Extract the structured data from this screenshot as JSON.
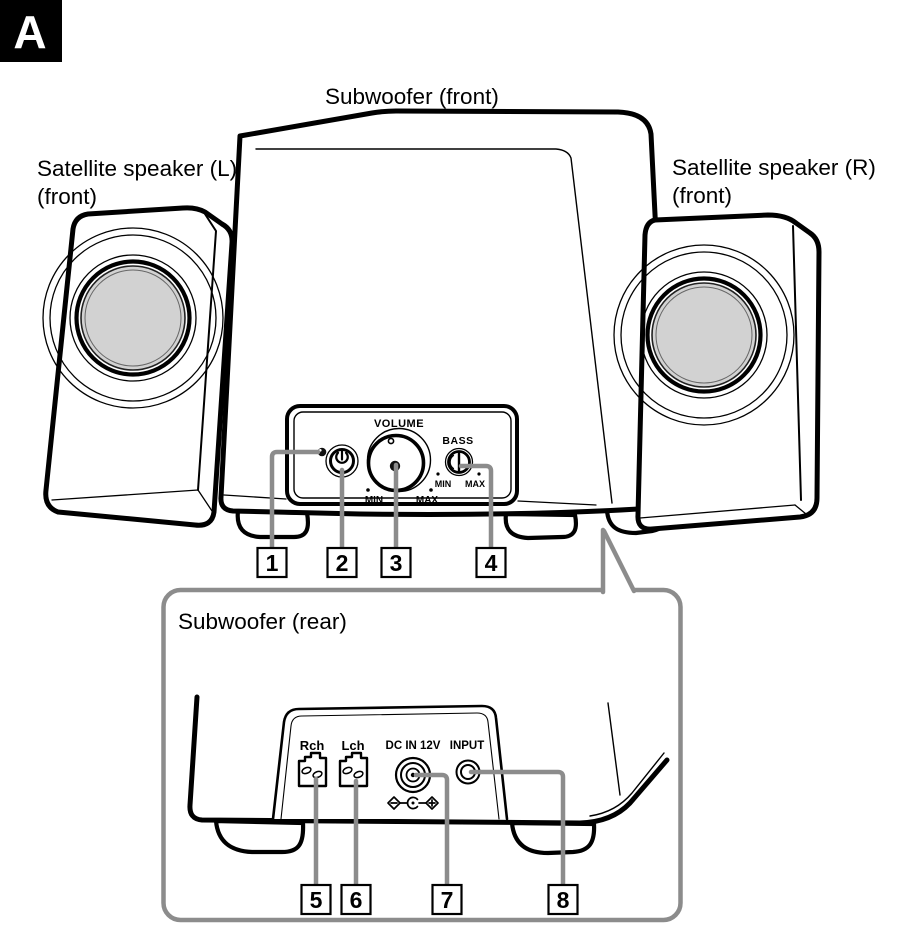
{
  "figure_tag": "A",
  "front_view": {
    "labels": {
      "subwoofer": "Subwoofer (front)",
      "satellite_left_line1": "Satellite speaker (L)",
      "satellite_left_line2": "(front)",
      "satellite_right_line1": "Satellite speaker (R)",
      "satellite_right_line2": "(front)"
    },
    "controls": {
      "volume": "VOLUME",
      "bass": "BASS",
      "min": "MIN",
      "max": "MAX"
    },
    "numbers": [
      "1",
      "2",
      "3",
      "4"
    ]
  },
  "rear_view": {
    "label": "Subwoofer (rear)",
    "ports": {
      "rch": "Rch",
      "lch": "Lch",
      "dc_in": "DC IN 12V",
      "input": "INPUT"
    },
    "numbers": [
      "5",
      "6",
      "7",
      "8"
    ]
  },
  "colors": {
    "line_black": "#000000",
    "leader_gray": "#8c8c8c",
    "callout_border_gray": "#8c8c8c",
    "driver_gray": "#d2d2d2"
  }
}
